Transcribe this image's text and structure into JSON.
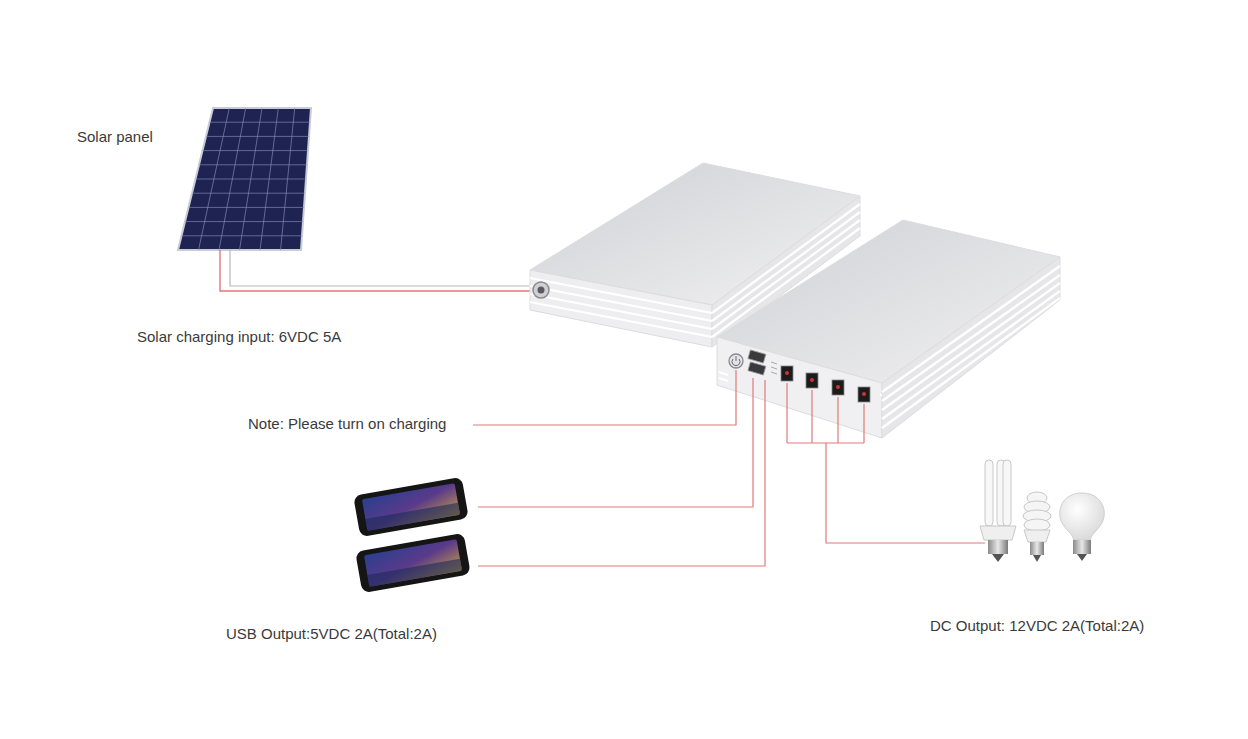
{
  "diagram": {
    "labels": [
      "Solar panel",
      "Solar charging input: 6VDC 5A",
      "Note: Please turn on charging",
      "USB Output:5VDC 2A(Total:2A)",
      "DC Output: 12VDC 2A(Total:2A)"
    ]
  }
}
